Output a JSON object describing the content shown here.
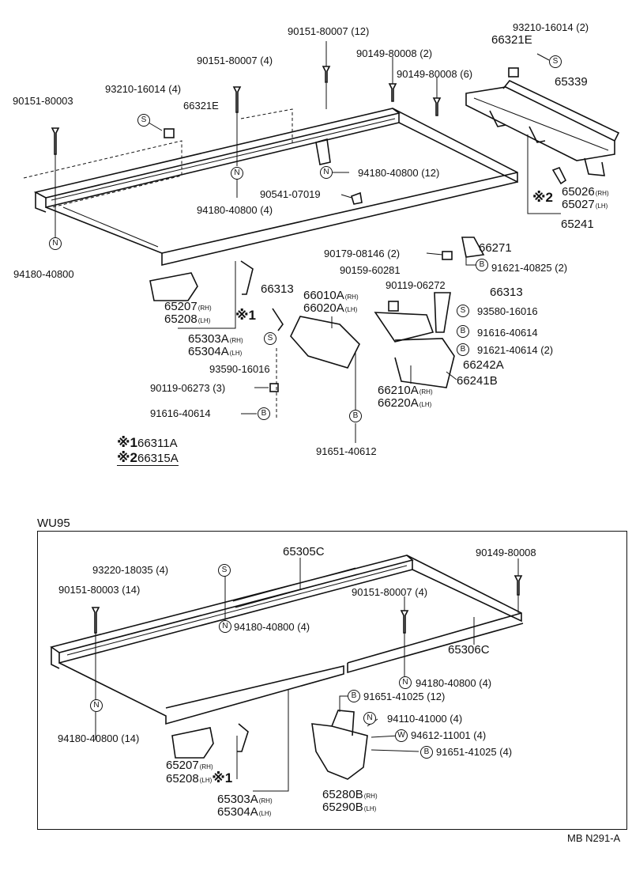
{
  "diagram": {
    "top_labels": {
      "p90151_80003": "90151-80003",
      "p93210_16014_4": "93210-16014 (4)",
      "p66321e_left": "66321E",
      "p90151_80007_4": "90151-80007 (4)",
      "p90151_80007_12": "90151-80007 (12)",
      "p90149_80008_2": "90149-80008 (2)",
      "p90149_80008_6": "90149-80008 (6)",
      "p93210_16014_2": "93210-16014 (2)",
      "p66321e_right": "66321E",
      "p65339": "65339",
      "p94180_40800_12": "94180-40800 (12)",
      "p90541_07019": "90541-07019",
      "p94180_40800_4": "94180-40800 (4)",
      "p65026": "65026",
      "p65027": "65027",
      "p65241": "65241",
      "p94180_40800": "94180-40800",
      "p66271": "66271",
      "p90179_08146_2": "90179-08146 (2)",
      "p91621_40825_2": "91621-40825 (2)",
      "p90159_60281": "90159-60281",
      "p90119_06272": "90119-06272",
      "p66313_right": "66313",
      "p66313_mid": "66313",
      "p66010a": "66010A",
      "p66020a": "66020A",
      "p93580_16016": "93580-16016",
      "p65207_top": "65207",
      "p65208_top": "65208",
      "p91616_40614_right": "91616-40614",
      "p65303a_top": "65303A",
      "p65304a_top": "65304A",
      "p91621_40614_2": "91621-40614 (2)",
      "p66242a": "66242A",
      "p93590_16016": "93590-16016",
      "p66241b": "66241B",
      "p90119_06273_3": "90119-06273 (3)",
      "p66210a": "66210A",
      "p66220a": "66220A",
      "p91616_40614_left": "91616-40614",
      "p91651_40612": "91651-40612",
      "note1": "66311A",
      "note2": "66315A"
    },
    "bottom_labels": {
      "frame_title": "WU95",
      "p65305c": "65305C",
      "p90149_80008": "90149-80008",
      "p93220_18035_4": "93220-18035 (4)",
      "p90151_80003_14": "90151-80003 (14)",
      "p90151_80007_4": "90151-80007 (4)",
      "p94180_40800_4": "94180-40800 (4)",
      "p65306c": "65306C",
      "p94180_40800_4b": "94180-40800 (4)",
      "p91651_41025_12": "91651-41025 (12)",
      "p94110_41000_4": "94110-41000 (4)",
      "p94180_40800_14": "94180-40800 (14)",
      "p94612_11001_4": "94612-11001 (4)",
      "p91651_41025_4": "91651-41025 (4)",
      "p65207": "65207",
      "p65208": "65208",
      "p65303a": "65303A",
      "p65304a": "65304A",
      "p65280b": "65280B",
      "p65290b": "65290B"
    },
    "suffixes": {
      "rh": "(RH)",
      "lh": "(LH)"
    },
    "marks": {
      "m1": "※1",
      "m2": "※2"
    },
    "symbols": {
      "N": "N",
      "S": "S",
      "B": "B",
      "W": "W"
    },
    "catalog_code": "MB N291-A"
  }
}
